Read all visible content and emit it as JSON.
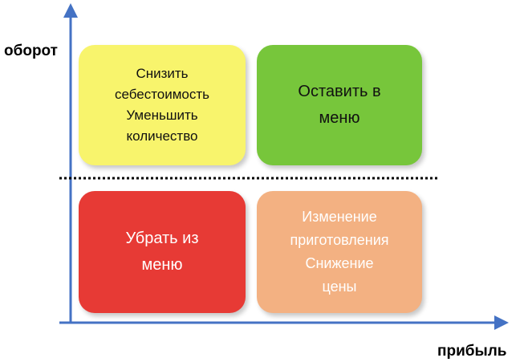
{
  "diagram": {
    "y_axis_label": "оборот",
    "x_axis_label": "прибыль",
    "quadrants": {
      "top_left": {
        "lines": [
          "Снизить",
          "себестоимость",
          "Уменьшить",
          "количество"
        ],
        "color": "#f8f46c"
      },
      "top_right": {
        "lines": [
          "Оставить в",
          "меню"
        ],
        "color": "#77c63b"
      },
      "bottom_left": {
        "lines": [
          "Убрать из",
          "меню"
        ],
        "color": "#e73a35"
      },
      "bottom_right": {
        "lines": [
          "Изменение",
          "приготовления",
          "Снижение",
          "цены"
        ],
        "color": "#f3b182"
      }
    },
    "colors": {
      "axis": "#4472c4",
      "divider": "#000000"
    }
  }
}
